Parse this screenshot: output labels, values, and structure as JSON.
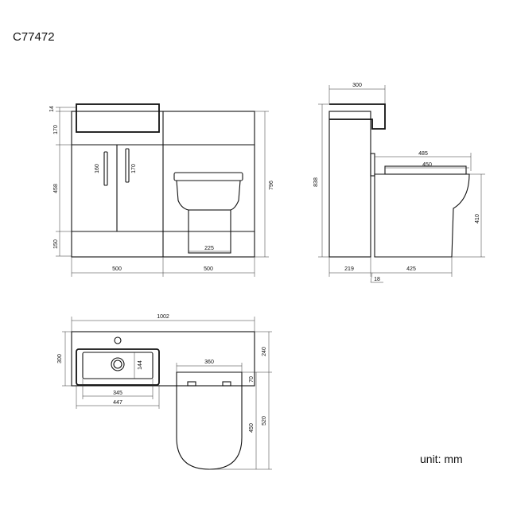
{
  "product_code": "C77472",
  "unit_label": "unit: mm",
  "front": {
    "heights": {
      "top": "14",
      "basin": "170",
      "doors": "458",
      "plinth": "150",
      "total": "796"
    },
    "widths": {
      "left": "500",
      "right": "500",
      "pan_base": "225"
    },
    "handles": {
      "left": "160",
      "right": "170"
    }
  },
  "side": {
    "cistern_depth": "300",
    "total_height": "838",
    "pan_depth": "485",
    "seat_depth": "450",
    "pan_height": "410",
    "back_depth": "219",
    "front_depth": "425",
    "gap": "18"
  },
  "plan": {
    "total_width": "1002",
    "depth": "300",
    "basin_inner": "144",
    "basin_width": "345",
    "basin_outer": "447",
    "pan_width": "360",
    "overhang": "70",
    "pan_length": "450",
    "pan_total": "520",
    "unit_depth": "240"
  }
}
